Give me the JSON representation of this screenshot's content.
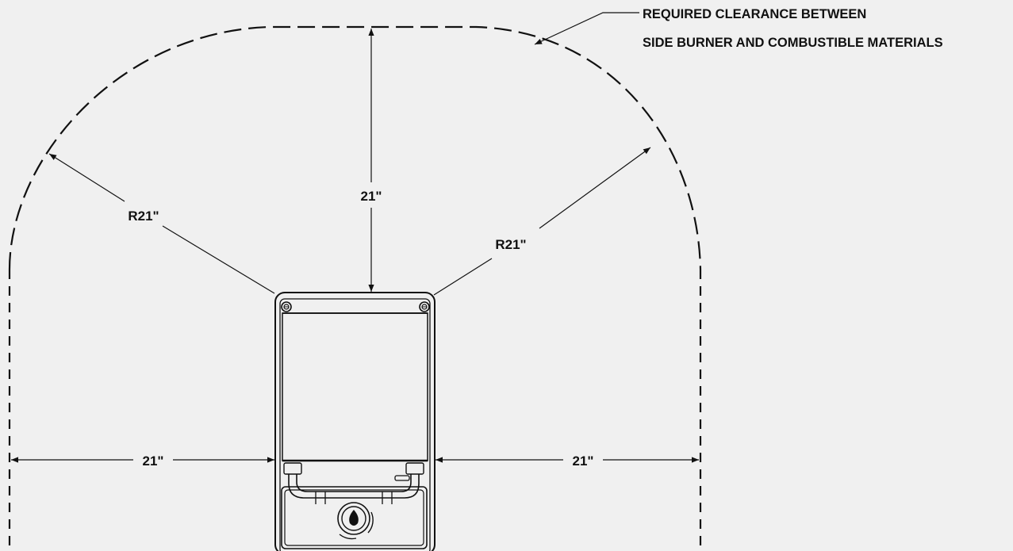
{
  "callout": {
    "line1": "REQUIRED CLEARANCE BETWEEN",
    "line2": "SIDE BURNER AND COMBUSTIBLE MATERIALS"
  },
  "dimensions": {
    "top": "21\"",
    "radius_left": "R21\"",
    "radius_right": "R21\"",
    "side_left": "21\"",
    "side_right": "21\""
  },
  "colors": {
    "background": "#f0f0f0",
    "ink": "#111111"
  }
}
